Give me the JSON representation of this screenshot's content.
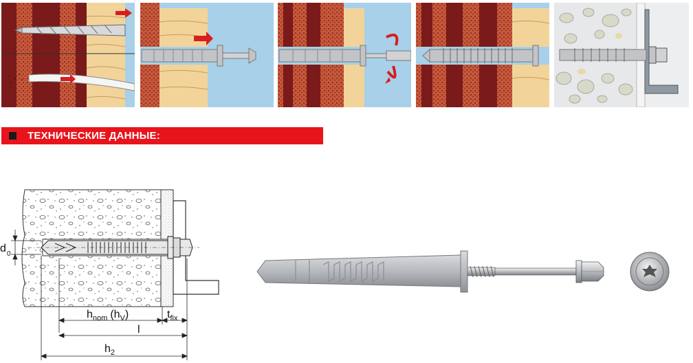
{
  "banner": {
    "title": "ТЕХНИЧЕСКИЕ ДАННЫЕ:",
    "bg_color": "#e8141c",
    "text_color": "#ffffff"
  },
  "steps": [
    {
      "icon": "drill-hole-icon"
    },
    {
      "icon": "insert-anchor-icon"
    },
    {
      "icon": "rotate-screw-icon"
    },
    {
      "icon": "anchor-expanded-icon"
    },
    {
      "icon": "fixture-mounted-icon"
    }
  ],
  "dimensions": {
    "d0": {
      "main": "d",
      "sub": "0"
    },
    "hnom": {
      "main": "h",
      "sub": "nom",
      "paren_main": "(h",
      "paren_sub": "V",
      "close": ")"
    },
    "tfix": {
      "main": "t",
      "sub": "fix"
    },
    "l": "l",
    "h2": {
      "main": "h",
      "sub": "2"
    }
  },
  "colors": {
    "brick": "#7a1a1a",
    "mortar": "#c8573a",
    "wood": "#f2d49a",
    "sky": "#a8d0e8",
    "anchor_grey": "#b9bcc0",
    "arrow_red": "#d81e1e"
  }
}
